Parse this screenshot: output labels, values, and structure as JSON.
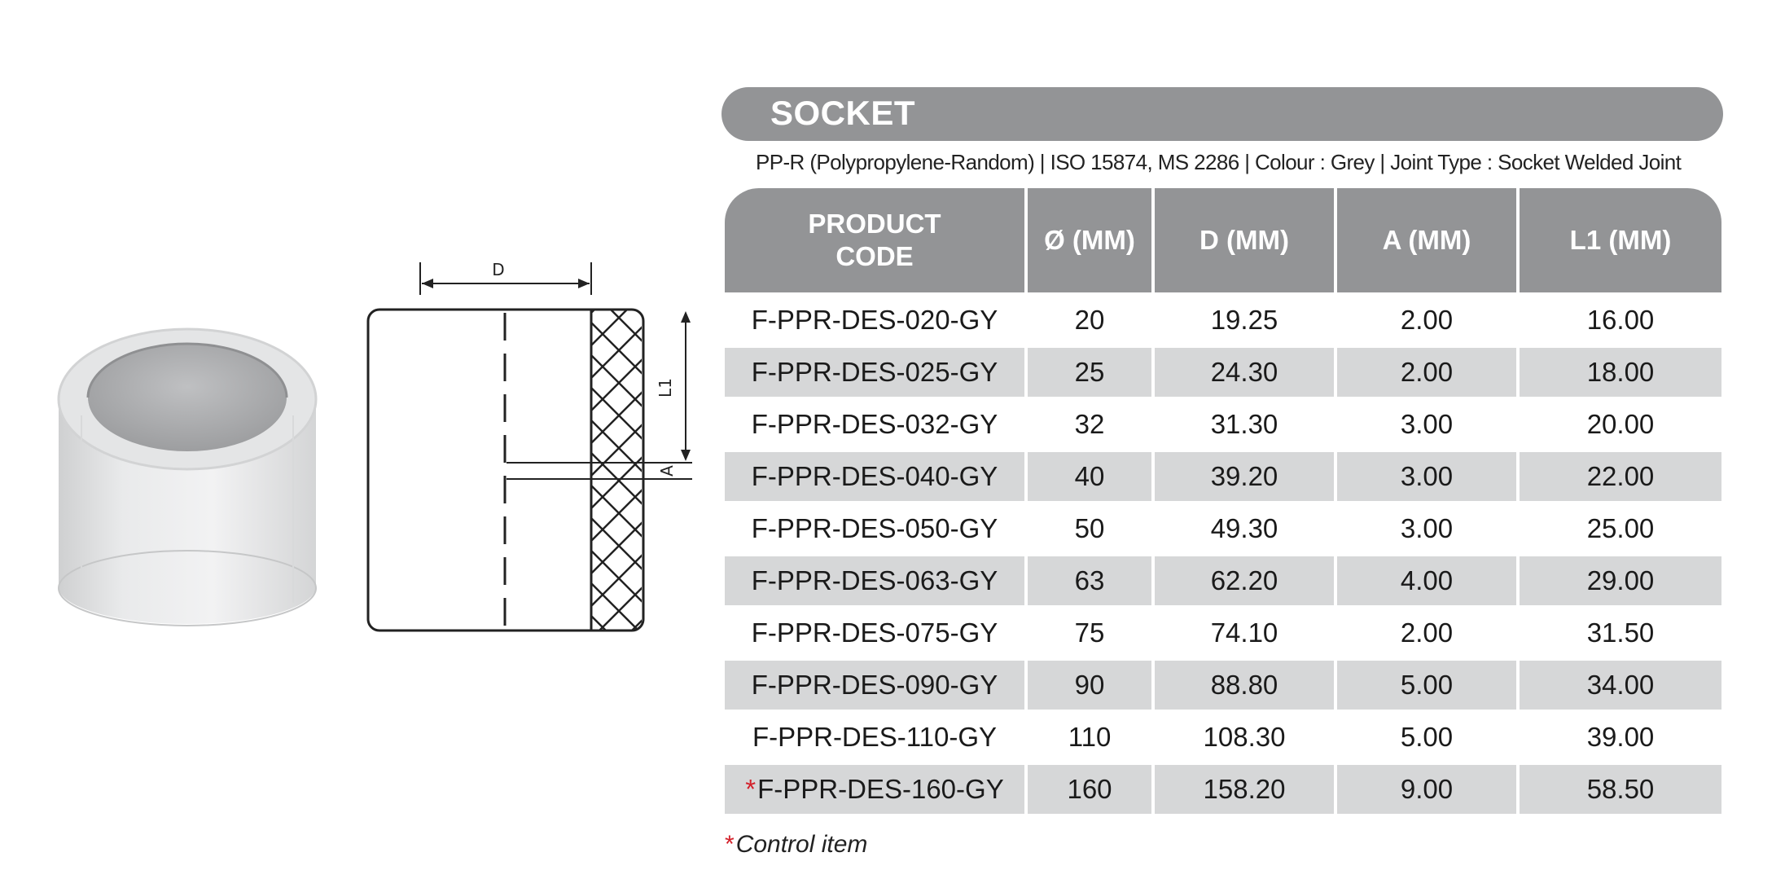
{
  "title": "SOCKET",
  "subtitle": "PP-R (Polypropylene-Random) | ISO 15874, MS 2286 |  Colour : Grey | Joint Type : Socket Welded Joint",
  "drawing_labels": {
    "d": "D",
    "l1": "L1",
    "a": "A"
  },
  "table": {
    "headers": [
      "PRODUCT CODE",
      "Ø (MM)",
      "D (MM)",
      "A (MM)",
      "L1 (MM)"
    ],
    "rows": [
      {
        "marker": "",
        "code": "F-PPR-DES-020-GY",
        "dia": "20",
        "d": "19.25",
        "a": "2.00",
        "l1": "16.00"
      },
      {
        "marker": "",
        "code": "F-PPR-DES-025-GY",
        "dia": "25",
        "d": "24.30",
        "a": "2.00",
        "l1": "18.00"
      },
      {
        "marker": "",
        "code": "F-PPR-DES-032-GY",
        "dia": "32",
        "d": "31.30",
        "a": "3.00",
        "l1": "20.00"
      },
      {
        "marker": "",
        "code": "F-PPR-DES-040-GY",
        "dia": "40",
        "d": "39.20",
        "a": "3.00",
        "l1": "22.00"
      },
      {
        "marker": "",
        "code": "F-PPR-DES-050-GY",
        "dia": "50",
        "d": "49.30",
        "a": "3.00",
        "l1": "25.00"
      },
      {
        "marker": "",
        "code": "F-PPR-DES-063-GY",
        "dia": "63",
        "d": "62.20",
        "a": "4.00",
        "l1": "29.00"
      },
      {
        "marker": "",
        "code": "F-PPR-DES-075-GY",
        "dia": "75",
        "d": "74.10",
        "a": "2.00",
        "l1": "31.50"
      },
      {
        "marker": "",
        "code": "F-PPR-DES-090-GY",
        "dia": "90",
        "d": "88.80",
        "a": "5.00",
        "l1": "34.00"
      },
      {
        "marker": "",
        "code": "F-PPR-DES-110-GY",
        "dia": "110",
        "d": "108.30",
        "a": "5.00",
        "l1": "39.00"
      },
      {
        "marker": "*",
        "code": "F-PPR-DES-160-GY",
        "dia": "160",
        "d": "158.20",
        "a": "9.00",
        "l1": "58.50"
      }
    ]
  },
  "note": {
    "marker": "*",
    "text": "Control item"
  },
  "colors": {
    "header_grey": "#939496",
    "stripe_grey": "#d6d7d8",
    "marker_red": "#d3202a"
  }
}
